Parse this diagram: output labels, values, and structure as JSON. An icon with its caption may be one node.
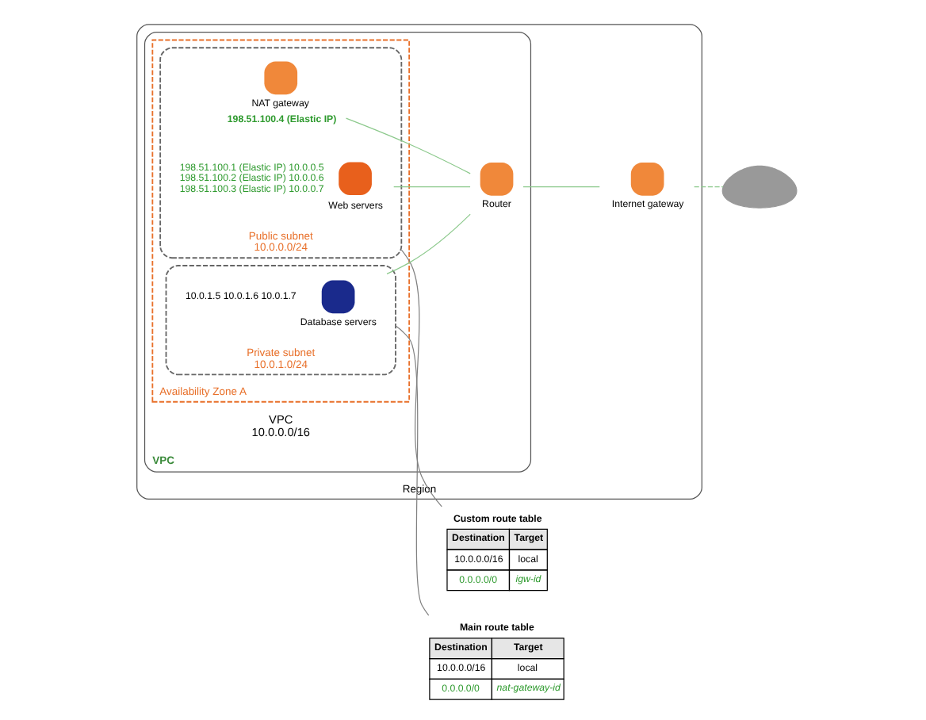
{
  "diagram": {
    "nodes": [
      {
        "text": [
          "Region"
        ]
      },
      {
        "text": [
          "VPC",
          "VPC 10.0.0.0/16"
        ],
        "in": 0
      },
      {
        "text": [
          "Availability Zone A"
        ],
        "in": 1
      },
      {
        "text": [
          "Public subnet",
          "10.0.0.0/24"
        ],
        "in": 2
      },
      {
        "text": [
          "Web servers"
        ],
        "in": 3,
        "beside": [
          "198.51.100.1 (Elastic IP) 10.0.0.5",
          "198.51.100.2 (Elastic IP) 10.0.0.6",
          "198.51.100.3 (Elastic IP) 10.0.0.7"
        ]
      },
      {
        "text": [
          "NAT gateway"
        ],
        "in": 3,
        "beside": [
          "198.51.100.4 (Elastic IP)"
        ]
      },
      {
        "text": [
          "Router"
        ],
        "in": 1
      },
      {
        "text": [
          "Internet gateway"
        ],
        "in": 0
      },
      {
        "text": [],
        "shape": "cloud"
      },
      {
        "text": [
          "Private subnet",
          "10.0.1.0/24"
        ],
        "in": 2
      },
      {
        "text": [
          "Database servers"
        ],
        "in": 9,
        "beside": [
          "10.0.1.5 10.0.1.6 10.0.1.7"
        ]
      },
      {
        "text": [
          "Custom route table",
          "Destination",
          "Target",
          "10.0.0.0/16",
          "local",
          "0.0.0.0/0",
          "igw-id"
        ]
      },
      {
        "text": [
          "Main route table",
          "Destination",
          "Target",
          "10.0.0.0/16",
          "local",
          "0.0.0.0/0",
          "nat-gateway-id"
        ]
      }
    ],
    "edges": [
      {
        "from": 4,
        "to": 6,
        "arrow": "none"
      },
      {
        "from": 5,
        "to": 6,
        "arrow": "none"
      },
      {
        "from": 10,
        "to": 6,
        "arrow": "none"
      },
      {
        "from": 6,
        "to": 7,
        "arrow": "none"
      },
      {
        "from": 7,
        "to": 8,
        "arrow": "none",
        "style": "dashed"
      },
      {
        "from": 3,
        "to": 11,
        "arrow": "none",
        "color": "#808080"
      },
      {
        "from": 9,
        "to": 12,
        "arrow": "none",
        "color": "#808080"
      }
    ]
  }
}
